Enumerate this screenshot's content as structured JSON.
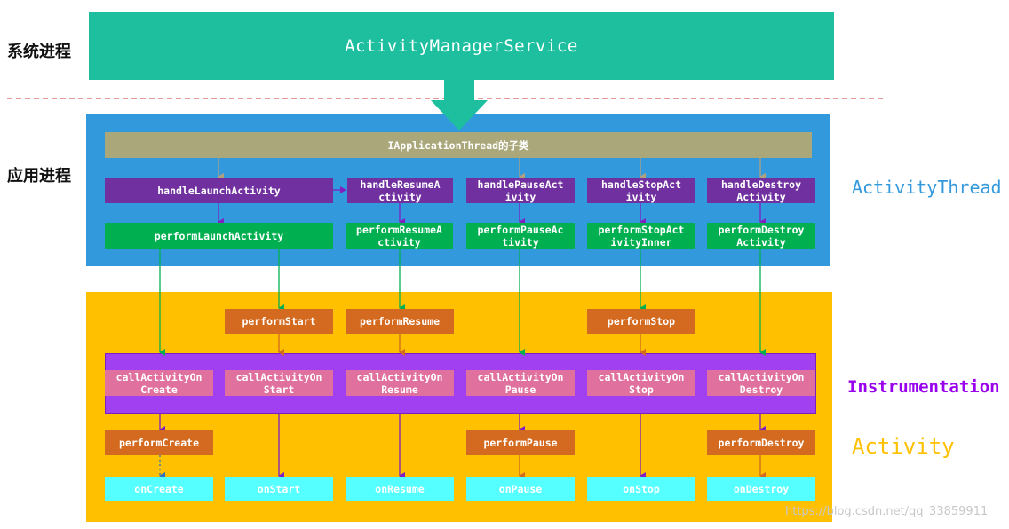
{
  "labels": {
    "system_process": "系统进程",
    "app_process": "应用进程"
  },
  "ams": "ActivityManagerService",
  "iapp": "IApplicationThread的子类",
  "side_labels": {
    "activity_thread": "ActivityThread",
    "instrumentation": "Instrumentation",
    "activity": "Activity"
  },
  "handle": {
    "launch": "handleLaunchActivity",
    "resume": "handleResumeA\nctivity",
    "pause": "handlePauseAct\nivity",
    "stop": "handleStopAct\nivity",
    "destroy": "handleDestroy\nActivity"
  },
  "perform_at": {
    "launch": "performLaunchActivity",
    "resume": "performResumeA\nctivity",
    "pause": "performPauseAc\ntivity",
    "stop": "performStopAct\nivityInner",
    "destroy": "performDestroy\nActivity"
  },
  "instr_perform": {
    "start": "performStart",
    "resume": "performResume",
    "stop": "performStop"
  },
  "call": {
    "create": "callActivityOn\nCreate",
    "start": "callActivityOn\nStart",
    "resume": "callActivityOn\nResume",
    "pause": "callActivityOn\nPause",
    "stop": "callActivityOn\nStop",
    "destroy": "callActivityOn\nDestroy"
  },
  "act_perform": {
    "create": "performCreate",
    "pause": "performPause",
    "destroy": "performDestroy"
  },
  "on": {
    "create": "onCreate",
    "start": "onStart",
    "resume": "onResume",
    "pause": "onPause",
    "stop": "onStop",
    "destroy": "onDestroy"
  },
  "watermark": "https://blog.csdn.net/qq_33859911",
  "colors": {
    "ams": "#1dbf9f",
    "activity_thread_bg": "#3399dd",
    "iapp": "#aaa87a",
    "instrumentation_bg": "#ffc000",
    "call_band": "#a040f0",
    "activity_thread_text": "#3399dd",
    "instrumentation_text": "#9900ee",
    "activity_text": "#ffc000"
  }
}
